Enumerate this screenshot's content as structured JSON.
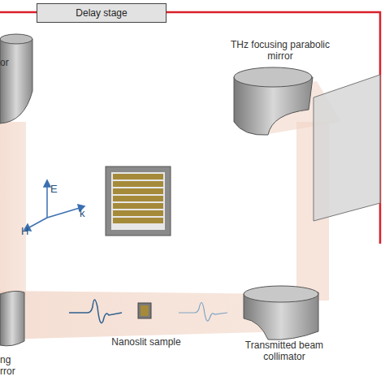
{
  "diagram": {
    "nodes": [
      {
        "text": [
          "Delay stage"
        ]
      }
    ],
    "labels": [
      "or",
      "THz focusing parabolic mirror",
      "E",
      "H",
      "k",
      "Nanoslit sample",
      "Transmitted beam collimator",
      "ng rror"
    ]
  }
}
